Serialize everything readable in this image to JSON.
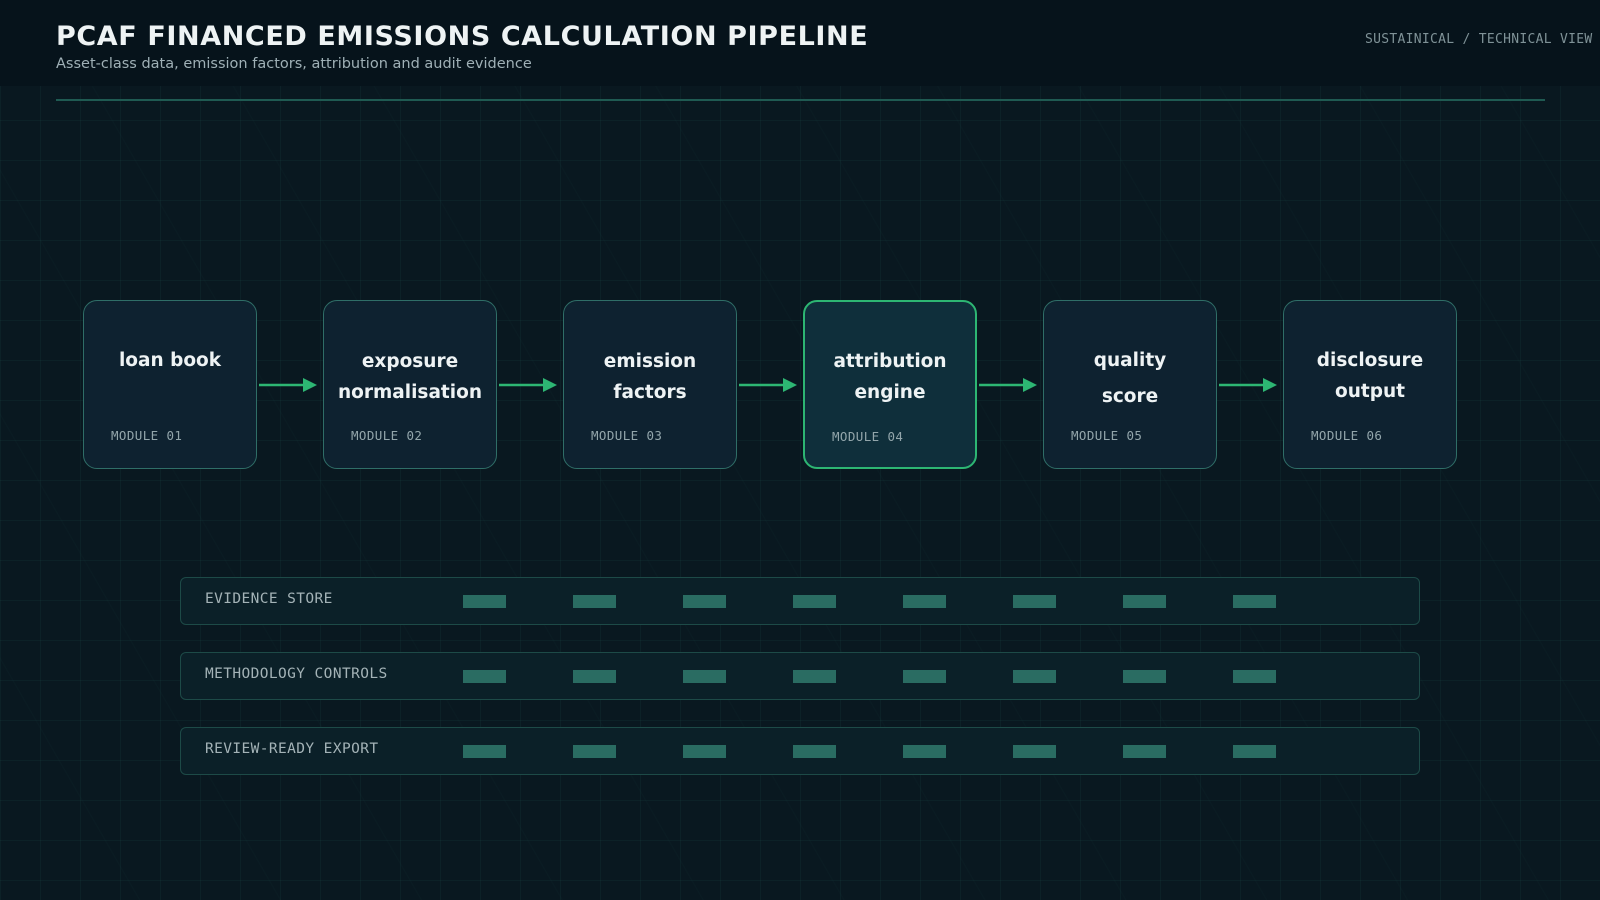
{
  "header": {
    "title": "PCAF FINANCED EMISSIONS CALCULATION PIPELINE",
    "subtitle": "Asset-class data, emission factors, attribution and audit evidence",
    "tag": "SUSTAINICAL / TECHNICAL VIEW"
  },
  "colors": {
    "background": "#091820",
    "accent": "#2db673",
    "module_border": "#2f6e67",
    "evidence_cell": "#2a6c62"
  },
  "pipeline": {
    "modules": [
      {
        "name": "loan book",
        "number": "MODULE 01",
        "active": false
      },
      {
        "name": "exposure normalisation",
        "number": "MODULE 02",
        "active": false
      },
      {
        "name": "emission factors",
        "number": "MODULE 03",
        "active": false
      },
      {
        "name": "attribution engine",
        "number": "MODULE 04",
        "active": true
      },
      {
        "name": "quality score",
        "number": "MODULE 05",
        "active": false
      },
      {
        "name": "disclosure output",
        "number": "MODULE 06",
        "active": false
      }
    ]
  },
  "lanes": [
    {
      "label": "EVIDENCE STORE",
      "cells": 8
    },
    {
      "label": "METHODOLOGY CONTROLS",
      "cells": 8
    },
    {
      "label": "REVIEW-READY EXPORT",
      "cells": 8
    }
  ]
}
